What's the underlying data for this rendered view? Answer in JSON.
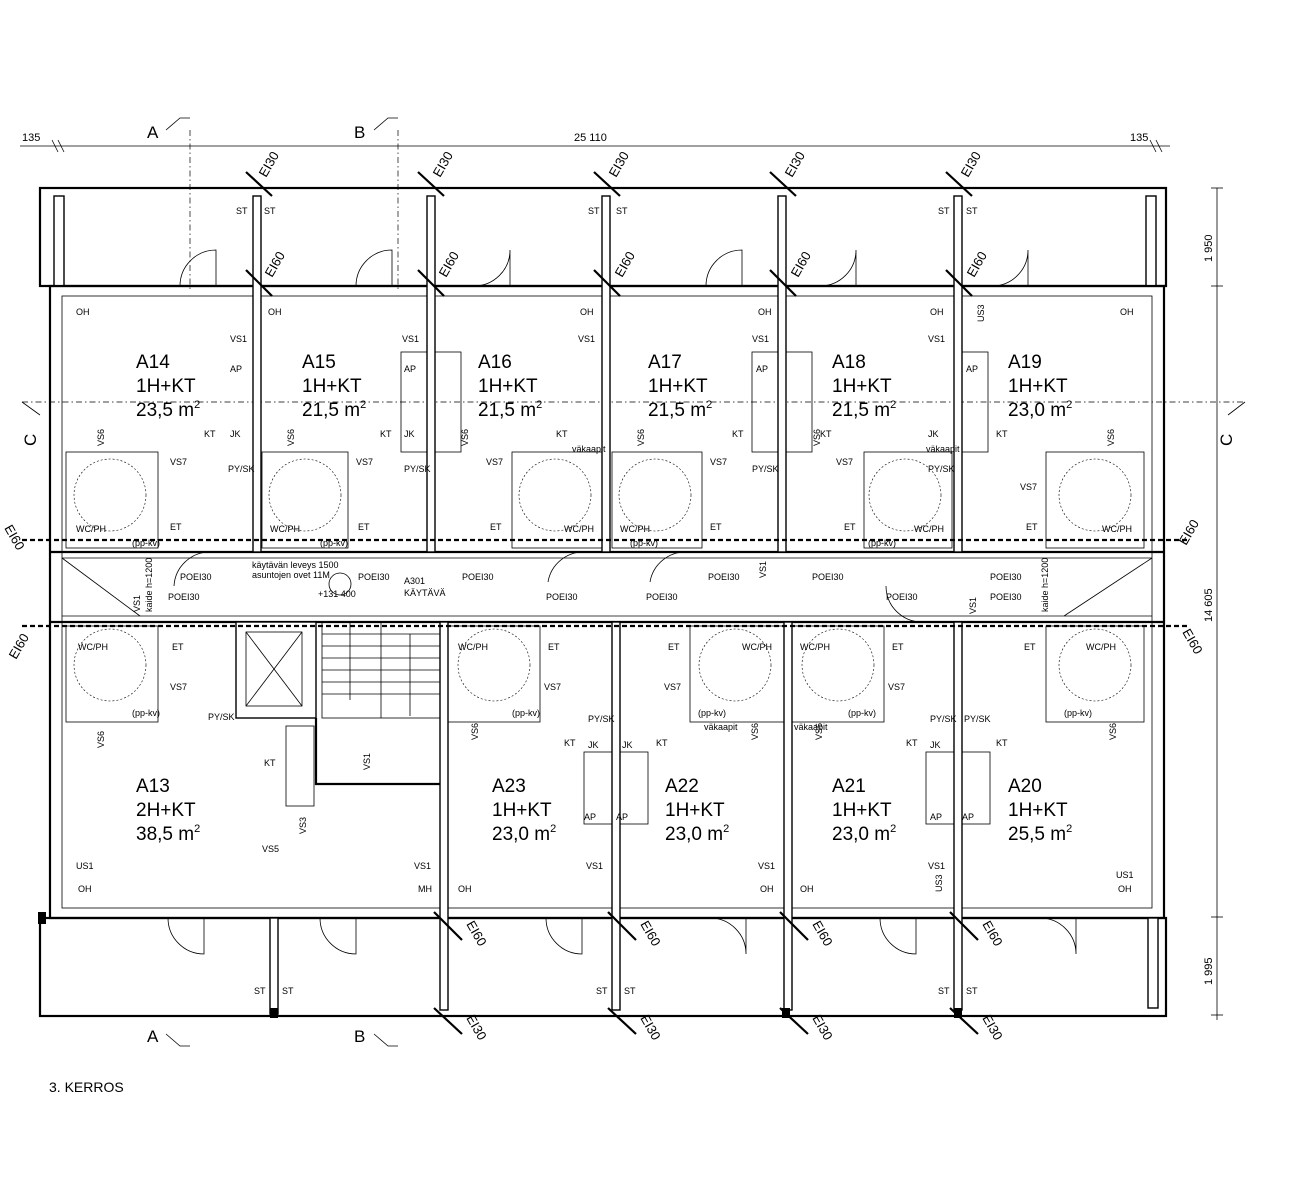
{
  "floor_label": "3. KERROS",
  "dimensions": {
    "left_edge": "135",
    "total_width": "25 110",
    "right_edge": "135",
    "top_balcony_depth": "1 950",
    "building_depth": "14 605",
    "bottom_balcony_depth": "1 995"
  },
  "sections": {
    "a": "A",
    "b": "B",
    "c": "C"
  },
  "apartments": [
    {
      "id": "A14",
      "type": "1H+KT",
      "area": "23,5 m",
      "sup": "2"
    },
    {
      "id": "A15",
      "type": "1H+KT",
      "area": "21,5 m",
      "sup": "2"
    },
    {
      "id": "A16",
      "type": "1H+KT",
      "area": "21,5 m",
      "sup": "2"
    },
    {
      "id": "A17",
      "type": "1H+KT",
      "area": "21,5 m",
      "sup": "2"
    },
    {
      "id": "A18",
      "type": "1H+KT",
      "area": "21,5 m",
      "sup": "2"
    },
    {
      "id": "A19",
      "type": "1H+KT",
      "area": "23,0 m",
      "sup": "2"
    },
    {
      "id": "A13",
      "type": "2H+KT",
      "area": "38,5 m",
      "sup": "2"
    },
    {
      "id": "A23",
      "type": "1H+KT",
      "area": "23,0 m",
      "sup": "2"
    },
    {
      "id": "A22",
      "type": "1H+KT",
      "area": "23,0 m",
      "sup": "2"
    },
    {
      "id": "A21",
      "type": "1H+KT",
      "area": "23,0 m",
      "sup": "2"
    },
    {
      "id": "A20",
      "type": "1H+KT",
      "area": "25,5 m",
      "sup": "2"
    }
  ],
  "corridor": {
    "name": "KÄYTÄVÄ",
    "code": "A301",
    "level": "+131 400",
    "note_1": "käytävän leveys 1500",
    "note_2": "asuntojen ovet 11M",
    "kaide_left": "kaide h=1200",
    "kaide_right": "kaide h=1200"
  },
  "fire_labels": {
    "ei30": "EI30",
    "ei60": "EI60",
    "poei30": "POEI30"
  },
  "room_labels": {
    "oh": "OH",
    "kt": "KT",
    "et": "ET",
    "wcph": "WC/PH",
    "mh": "MH",
    "vs1": "VS1",
    "vs3": "VS3",
    "vs5": "VS5",
    "vs6": "VS6",
    "vs7": "VS7",
    "us1": "US1",
    "us3": "US3",
    "st": "ST",
    "pysk": "PY/SK",
    "jk": "JK",
    "ap": "AP",
    "ppkv": "(pp-kv)",
    "vakaapit": "väkaapit"
  }
}
